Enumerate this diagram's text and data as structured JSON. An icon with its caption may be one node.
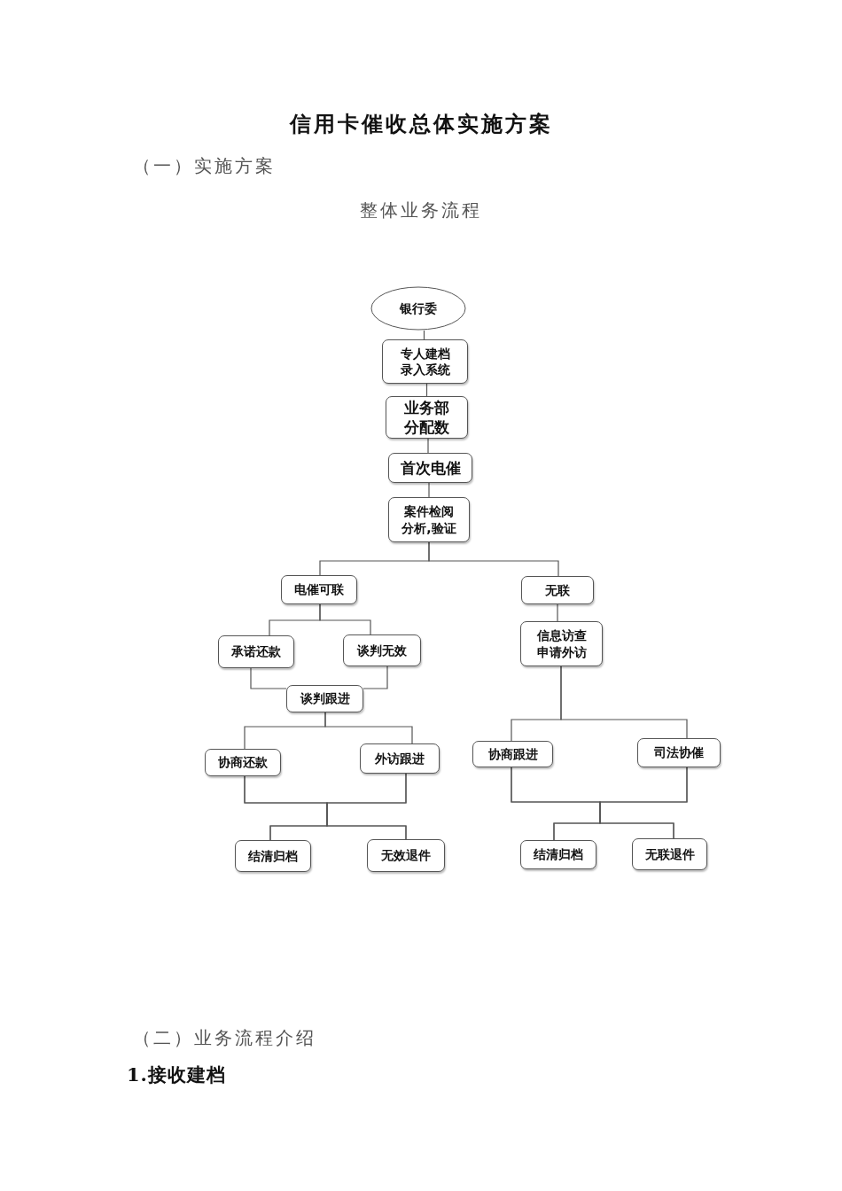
{
  "diagram": {
    "title": "信用卡催收总体实施方案",
    "nodes": [
      {
        "text": [
          "银行委"
        ]
      },
      {
        "text": [
          "专人建档录入系统"
        ]
      },
      {
        "text": [
          "业务部分配数"
        ]
      },
      {
        "text": [
          "首次电催"
        ]
      },
      {
        "text": [
          "案件检阅分析,验证"
        ]
      },
      {
        "text": [
          "电催可联"
        ]
      },
      {
        "text": [
          "无联"
        ]
      },
      {
        "text": [
          "承诺还款"
        ]
      },
      {
        "text": [
          "谈判无效"
        ]
      },
      {
        "text": [
          "信息访查申请外访"
        ]
      },
      {
        "text": [
          "谈判跟进"
        ]
      },
      {
        "text": [
          "协商还款"
        ]
      },
      {
        "text": [
          "外访跟进"
        ]
      },
      {
        "text": [
          "协商跟进"
        ]
      },
      {
        "text": [
          "司法协催"
        ]
      },
      {
        "text": [
          "结清归档"
        ]
      },
      {
        "text": [
          "无效退件"
        ]
      },
      {
        "text": [
          "结清归档"
        ]
      },
      {
        "text": [
          "无联退件"
        ]
      }
    ],
    "edges": [
      {
        "from": 0,
        "to": 1,
        "arrow": "none"
      },
      {
        "from": 1,
        "to": 2,
        "arrow": "none"
      },
      {
        "from": 2,
        "to": 3,
        "arrow": "none"
      },
      {
        "from": 3,
        "to": 4,
        "arrow": "none"
      },
      {
        "from": 4,
        "to": 5,
        "arrow": "none"
      },
      {
        "from": 4,
        "to": 6,
        "arrow": "none"
      },
      {
        "from": 5,
        "to": 7,
        "arrow": "none"
      },
      {
        "from": 5,
        "to": 8,
        "arrow": "none"
      },
      {
        "from": 7,
        "to": 10,
        "arrow": "none"
      },
      {
        "from": 8,
        "to": 10,
        "arrow": "none"
      },
      {
        "from": 6,
        "to": 9,
        "arrow": "none"
      },
      {
        "from": 10,
        "to": 11,
        "arrow": "none"
      },
      {
        "from": 10,
        "to": 12,
        "arrow": "none"
      },
      {
        "from": 11,
        "to": 15,
        "arrow": "none"
      },
      {
        "from": 11,
        "to": 16,
        "arrow": "none"
      },
      {
        "from": 12,
        "to": 15,
        "arrow": "none"
      },
      {
        "from": 12,
        "to": 16,
        "arrow": "none"
      },
      {
        "from": 9,
        "to": 13,
        "arrow": "none"
      },
      {
        "from": 9,
        "to": 14,
        "arrow": "none"
      },
      {
        "from": 13,
        "to": 17,
        "arrow": "none"
      },
      {
        "from": 13,
        "to": 18,
        "arrow": "none"
      },
      {
        "from": 14,
        "to": 17,
        "arrow": "none"
      },
      {
        "from": 14,
        "to": 18,
        "arrow": "none"
      }
    ],
    "labels": [
      "（一）实施方案",
      "整体业务流程",
      "（二）业务流程介绍",
      "1.接收建档"
    ]
  }
}
